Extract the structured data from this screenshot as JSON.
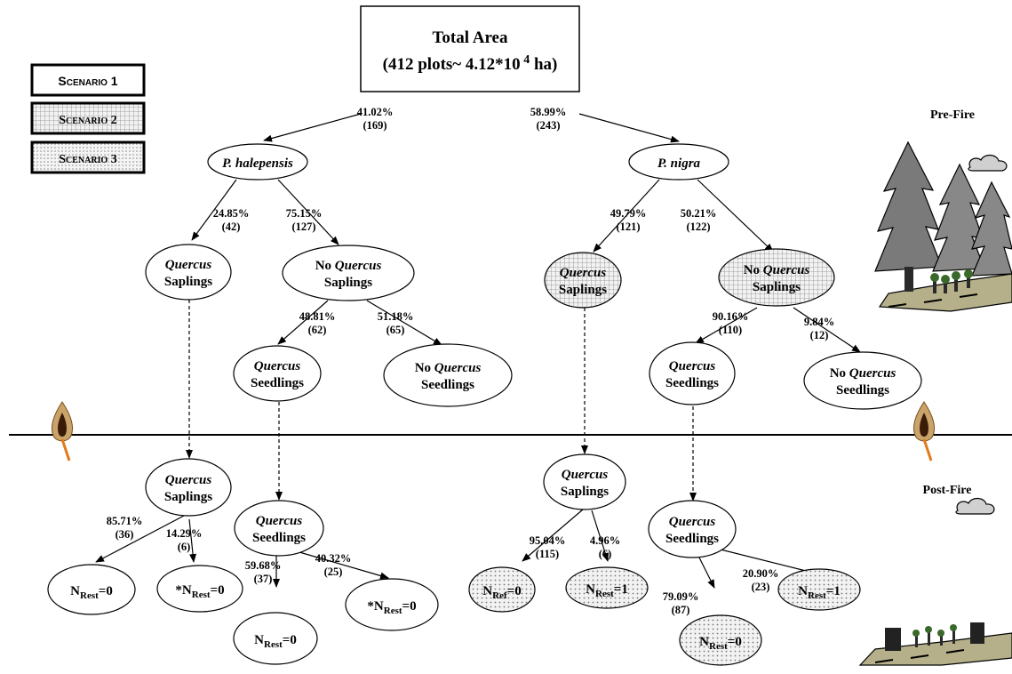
{
  "root": {
    "line1": "Total Area",
    "line2": "(412 plots~ 4.12*10",
    "exp": "4",
    "unit": " ha)"
  },
  "legend": [
    "Scenario 1",
    "Scenario 2",
    "Scenario 3"
  ],
  "phase_labels": {
    "pre": "Pre-Fire",
    "post": "Post-Fire"
  },
  "nodes": {
    "ph": {
      "italic": "P. halepensis"
    },
    "pn": {
      "italic": "P. nigra"
    },
    "ph_qs": {
      "l1": "Quercus",
      "l2": "Saplings"
    },
    "ph_nqs": {
      "no": "No ",
      "it": "Quercus",
      "l2": "Saplings"
    },
    "ph_qseed": {
      "l1": "Quercus",
      "l2": "Seedlings"
    },
    "ph_nqseed": {
      "no": "No ",
      "it": "Quercus",
      "l2": "Seedlings"
    },
    "pn_qs": {
      "l1": "Quercus",
      "l2": "Saplings"
    },
    "pn_nqs": {
      "no": "No ",
      "it": "Quercus",
      "l2": "Saplings"
    },
    "pn_qseed": {
      "l1": "Quercus",
      "l2": "Seedlings"
    },
    "pn_nqseed": {
      "no": "No ",
      "it": "Quercus",
      "l2": "Seedlings"
    },
    "post_ph_qs": {
      "l1": "Quercus",
      "l2": "Saplings"
    },
    "post_ph_qseed": {
      "l1": "Quercus",
      "l2": "Seedlings"
    },
    "post_pn_qs": {
      "l1": "Quercus",
      "l2": "Saplings"
    },
    "post_pn_qseed": {
      "l1": "Quercus",
      "l2": "Seedlings"
    }
  },
  "leaves": {
    "l1": {
      "pre": "",
      "main": "N",
      "sub": "Rest",
      "post": "=0"
    },
    "l2": {
      "pre": "*",
      "main": "N",
      "sub": "Rest",
      "post": "=0"
    },
    "l3": {
      "pre": "",
      "main": "N",
      "sub": "Rest",
      "post": "=0"
    },
    "l4": {
      "pre": "*",
      "main": "N",
      "sub": "Rest",
      "post": "=0"
    },
    "l5": {
      "pre": "",
      "main": "N",
      "sub": "Ref",
      "post": "=0"
    },
    "l6": {
      "pre": "",
      "main": "N",
      "sub": "Rest",
      "post": "=1"
    },
    "l7": {
      "pre": "",
      "main": "N",
      "sub": "Rest",
      "post": "=0"
    },
    "l8": {
      "pre": "",
      "main": "N",
      "sub": "Rest",
      "post": "=1"
    }
  },
  "edges": {
    "e1": {
      "pct": "41.02%",
      "n": "(169)"
    },
    "e2": {
      "pct": "58.99%",
      "n": "(243)"
    },
    "e3": {
      "pct": "24.85%",
      "n": "(42)"
    },
    "e4": {
      "pct": "75.15%",
      "n": "(127)"
    },
    "e5": {
      "pct": "49.79%",
      "n": "(121)"
    },
    "e6": {
      "pct": "50.21%",
      "n": "(122)"
    },
    "e7": {
      "pct": "48.81%",
      "n": "(62)"
    },
    "e8": {
      "pct": "51.18%",
      "n": "(65)"
    },
    "e9": {
      "pct": "90.16%",
      "n": "(110)"
    },
    "e10": {
      "pct": "9.84%",
      "n": "(12)"
    },
    "e11": {
      "pct": "85.71%",
      "n": "(36)"
    },
    "e12": {
      "pct": "14.29%",
      "n": "(6)"
    },
    "e13": {
      "pct": "59.68%",
      "n": "(37)"
    },
    "e14": {
      "pct": "40.32%",
      "n": "(25)"
    },
    "e15": {
      "pct": "95.04%",
      "n": "(115)"
    },
    "e16": {
      "pct": "4.96%",
      "n": "(6)"
    },
    "e17": {
      "pct": "79.09%",
      "n": "(87)"
    },
    "e18": {
      "pct": "20.90%",
      "n": "(23)"
    }
  },
  "colors": {
    "line": "#000000",
    "grid_fill": "#d9d9d9",
    "dot_fill": "#e6e6e6",
    "tree": "#7a7a7a",
    "ground": "#b5b08a"
  }
}
